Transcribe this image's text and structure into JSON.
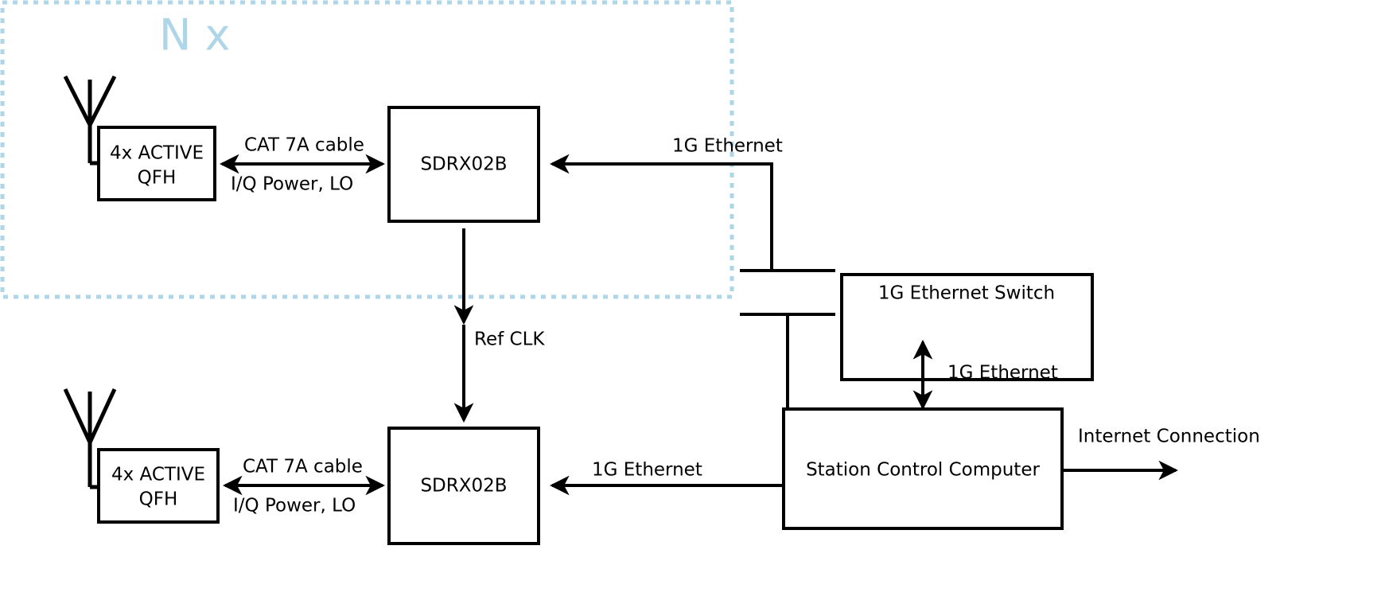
{
  "diagram": {
    "title_annotation": "N x",
    "group_box": {
      "label": "N x"
    },
    "blocks": [
      {
        "id": "qfh_top",
        "label_line1": "4x ACTIVE",
        "label_line2": "QFH"
      },
      {
        "id": "sdr_top",
        "label": "SDRX02B"
      },
      {
        "id": "qfh_bottom",
        "label_line1": "4x ACTIVE",
        "label_line2": "QFH"
      },
      {
        "id": "sdr_bottom",
        "label": "SDRX02B"
      },
      {
        "id": "switch",
        "label": "1G Ethernet Switch"
      },
      {
        "id": "computer",
        "label": "Station Control Computer"
      }
    ],
    "connections": [
      {
        "id": "cat7a_top",
        "label": "CAT 7A cable",
        "from": "qfh_top",
        "to": "sdr_top",
        "direction": "bidirectional"
      },
      {
        "id": "iq_top",
        "label": "I/Q Power, LO",
        "from": "sdr_top",
        "to": "qfh_top",
        "direction": "bidirectional"
      },
      {
        "id": "cat7a_bottom",
        "label": "CAT 7A cable",
        "from": "qfh_bottom",
        "to": "sdr_bottom",
        "direction": "bidirectional"
      },
      {
        "id": "iq_bottom",
        "label": "I/Q Power, LO",
        "from": "sdr_bottom",
        "to": "qfh_bottom",
        "direction": "bidirectional"
      },
      {
        "id": "eth_top",
        "label": "1G Ethernet",
        "from": "switch",
        "to": "sdr_top",
        "direction": "to-sdr"
      },
      {
        "id": "eth_bottom",
        "label": "1G Ethernet",
        "from": "switch",
        "to": "sdr_bottom",
        "direction": "to-sdr"
      },
      {
        "id": "eth_computer",
        "label": "1G Ethernet",
        "from": "switch",
        "to": "computer",
        "direction": "bidirectional"
      },
      {
        "id": "refclk",
        "label": "Ref CLK",
        "from": "sdr_top",
        "to": "sdr_bottom",
        "direction": "bidirectional"
      },
      {
        "id": "internet",
        "label": "Internet Connection",
        "from": "computer",
        "to": "external",
        "direction": "outgoing"
      }
    ],
    "colors": {
      "line": "#000000",
      "block_fill": "#ffffff",
      "group_accent": "#aed6e8",
      "text": "#000000"
    }
  }
}
